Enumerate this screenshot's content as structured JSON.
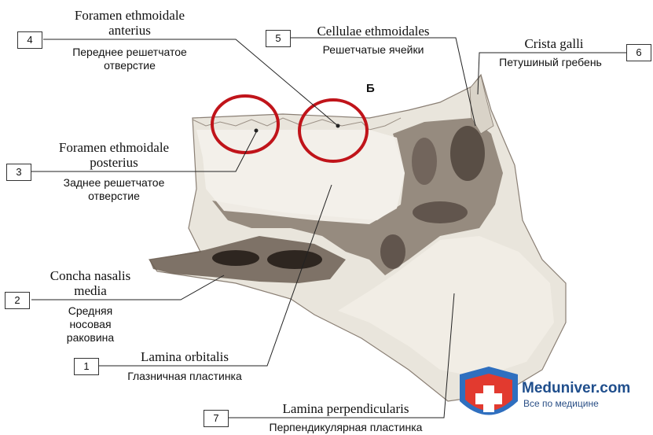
{
  "panel_letter": "Б",
  "labels": [
    {
      "num": "4",
      "latin_1": "Foramen ethmoidale",
      "latin_2": "anterius",
      "russian_1": "Переднее решетчатое",
      "russian_2": "отверстие"
    },
    {
      "num": "5",
      "latin_1": "Cellulae ethmoidales",
      "russian_1": "Решетчатые ячейки"
    },
    {
      "num": "6",
      "latin_1": "Crista galli",
      "russian_1": "Петушиный гребень"
    },
    {
      "num": "3",
      "latin_1": "Foramen ethmoidale",
      "latin_2": "posterius",
      "russian_1": "Заднее решетчатое",
      "russian_2": "отверстие"
    },
    {
      "num": "2",
      "latin_1": "Concha nasalis",
      "latin_2": "media",
      "russian_1": "Средняя",
      "russian_2": "носовая",
      "russian_3": "раковина"
    },
    {
      "num": "1",
      "latin_1": "Lamina orbitalis",
      "russian_1": "Глазничная пластинка"
    },
    {
      "num": "7",
      "latin_1": "Lamina perpendicularis",
      "russian_1": "Перпендикулярная пластинка"
    }
  ],
  "watermark": {
    "brand": "Meduniver.com",
    "tagline": "Все по медицине"
  },
  "colors": {
    "bone": "#e9e5dc",
    "bone_shadow": "#6b5e52",
    "circle": "#c0141a",
    "brand": "#1f4e8c"
  }
}
